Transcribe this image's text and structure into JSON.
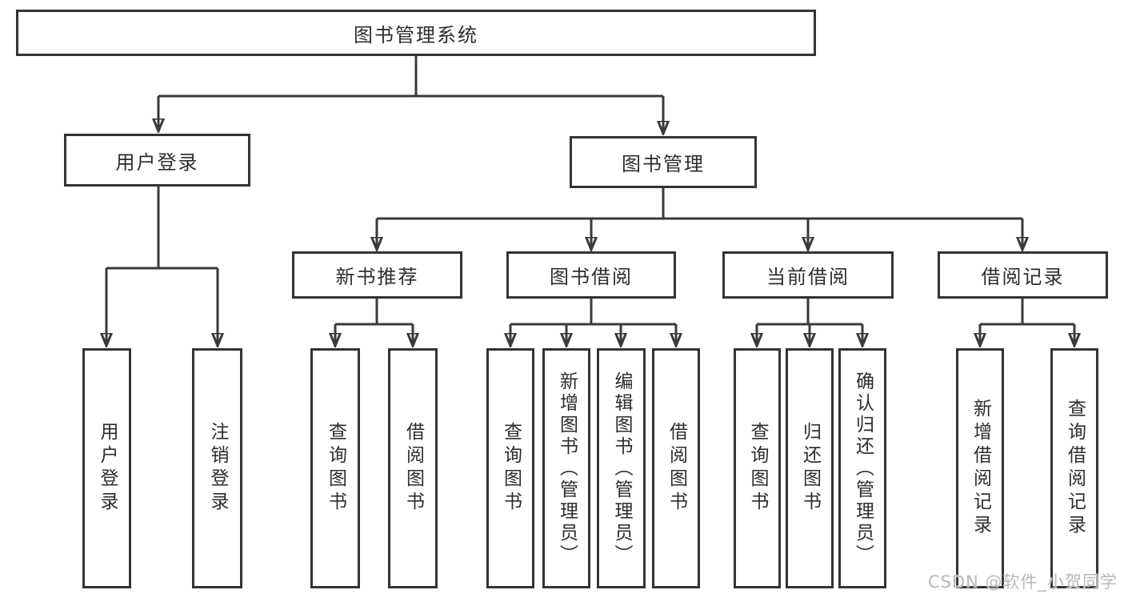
{
  "diagram": {
    "root": {
      "label": "图书管理系统"
    },
    "level1": [
      {
        "id": "user-login",
        "label": "用户登录"
      },
      {
        "id": "book-management",
        "label": "图书管理"
      }
    ],
    "level2": [
      {
        "id": "new-book-recommend",
        "parent": "图书管理",
        "label": "新书推荐"
      },
      {
        "id": "book-borrowing",
        "parent": "图书管理",
        "label": "图书借阅"
      },
      {
        "id": "current-borrowing",
        "parent": "图书管理",
        "label": "当前借阅"
      },
      {
        "id": "borrowing-records",
        "parent": "图书管理",
        "label": "借阅记录"
      }
    ],
    "leaves": [
      {
        "parent": "用户登录",
        "label": "用户登录"
      },
      {
        "parent": "用户登录",
        "label": "注销登录"
      },
      {
        "parent": "新书推荐",
        "label": "查询图书"
      },
      {
        "parent": "新书推荐",
        "label": "借阅图书"
      },
      {
        "parent": "图书借阅",
        "label": "查询图书"
      },
      {
        "parent": "图书借阅",
        "label": "新增图书（管理员）"
      },
      {
        "parent": "图书借阅",
        "label": "编辑图书（管理员）"
      },
      {
        "parent": "图书借阅",
        "label": "借阅图书"
      },
      {
        "parent": "当前借阅",
        "label": "查询图书"
      },
      {
        "parent": "当前借阅",
        "label": "归还图书"
      },
      {
        "parent": "当前借阅",
        "label": "确认归还（管理员）"
      },
      {
        "parent": "借阅记录",
        "label": "新增借阅记录"
      },
      {
        "parent": "借阅记录",
        "label": "查询借阅记录"
      }
    ],
    "watermark": "CSDN @软件_小贺同学",
    "colors": {
      "line": "#3a3a3a",
      "box_border": "#333333",
      "text": "#2d2d2d",
      "watermark": "#b9b9b9",
      "background": "#ffffff"
    }
  }
}
